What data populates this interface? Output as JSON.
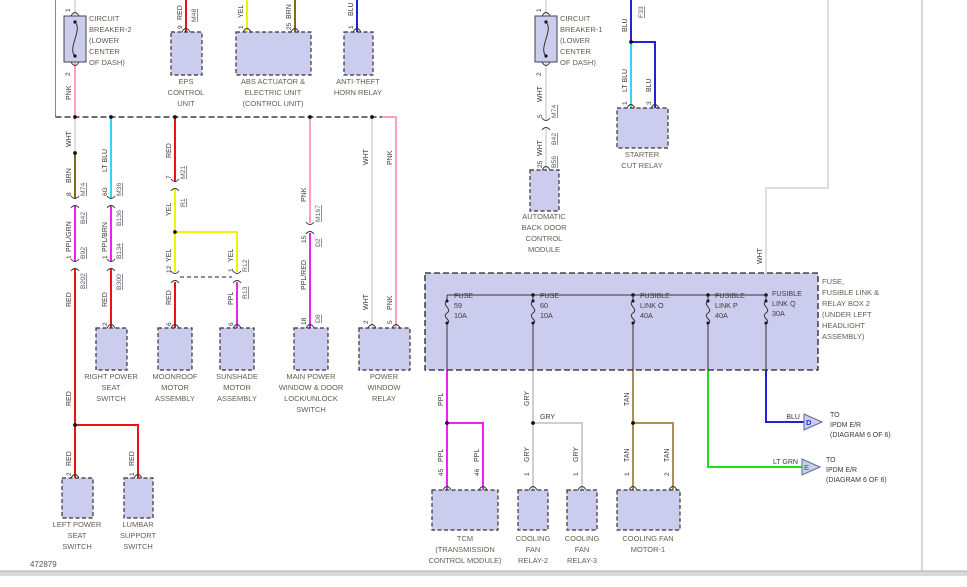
{
  "figure_number": "472879",
  "wire_colors": {
    "pnk": "#ff9ebd",
    "wht": "#dedede",
    "brn": "#7d6b21",
    "lt_blu": "#33d6ee",
    "red": "#ee1111",
    "ppl": "#ee22ee",
    "yel": "#f2f200",
    "blu": "#2222dd",
    "gry": "#cfcfcf",
    "tan": "#a89155",
    "lt_grn": "#22dd22"
  },
  "cb2": {
    "pin_top": "1",
    "pin_bottom": "2",
    "label": [
      "CIRCUIT",
      "BREAKER-2",
      "(LOWER",
      "CENTER",
      "OF DASH)"
    ]
  },
  "cb1": {
    "pin_top": "1",
    "pin_bottom": "2",
    "label": [
      "CIRCUIT",
      "BREAKER-1",
      "(LOWER",
      "CENTER",
      "OF DASH)"
    ]
  },
  "eps": {
    "wire": "RED",
    "conn": "M48",
    "pin": "9",
    "label": [
      "EPS",
      "CONTROL",
      "UNIT"
    ]
  },
  "abs": {
    "wire1": "YEL",
    "pin1": "1",
    "wire2": "BRN",
    "pin2": "25",
    "label": [
      "ABS ACTUATOR &",
      "ELECTRIC UNIT",
      "(CONTROL UNIT)"
    ]
  },
  "athr": {
    "wire": "BLU",
    "pin": "1",
    "label": [
      "ANTI-THEFT",
      "HORN RELAY"
    ]
  },
  "scr": {
    "feed_wire": "BLU",
    "feed_conn": "F33",
    "wire1": "LT BLU",
    "pin1": "1",
    "wire3": "BLU",
    "pin3": "3",
    "label": [
      "STARTER",
      "CUT RELAY"
    ]
  },
  "abd": {
    "wire1": "WHT",
    "pin5": "5",
    "conn_m74": "M74",
    "conn_b42": "B42",
    "wire2": "WHT",
    "pin25": "25",
    "conn_b56": "B56",
    "label": [
      "AUTOMATIC",
      "BACK DOOR",
      "CONTROL",
      "MODULE"
    ]
  },
  "col1": {
    "pnk": "PNK",
    "wht": "WHT",
    "brn": "BRN",
    "pin8": "8",
    "m74": "M74",
    "b42": "B42",
    "pplgrn": "PPL/GRN",
    "pin1": "1",
    "b92": "B92",
    "b202": "B202",
    "red1": "RED",
    "red2": "RED"
  },
  "left_seat": {
    "wire": "RED",
    "pin": "2",
    "label": [
      "LEFT POWER",
      "SEAT",
      "SWITCH"
    ]
  },
  "lumbar": {
    "wire": "RED",
    "pin": "1",
    "label": [
      "LUMBAR",
      "SUPPORT",
      "SWITCH"
    ]
  },
  "col2": {
    "lt_blu": "LT BLU",
    "pin6g": "6G",
    "m36": "M36",
    "b136": "B136",
    "pplbrn": "PPL/BRN",
    "pin1": "1",
    "b134": "B134",
    "b300": "B300",
    "red": "RED",
    "pin2": "2"
  },
  "right_seat": {
    "label": [
      "RIGHT POWER",
      "SEAT",
      "SWITCH"
    ]
  },
  "col3": {
    "red": "RED",
    "pin7": "7",
    "m21": "M21",
    "r1": "R1",
    "yel1": "YEL",
    "yel2": "YEL",
    "pin12": "12",
    "red2": "RED",
    "pin6": "6"
  },
  "moonroof": {
    "label": [
      "MOONROOF",
      "MOTOR",
      "ASSEMBLY"
    ]
  },
  "col4": {
    "yel": "YEL",
    "pin1": "1",
    "r12": "R12",
    "r13": "R13",
    "ppl": "PPL",
    "pin6": "6"
  },
  "sunshade": {
    "label": [
      "SUNSHADE",
      "MOTOR",
      "ASSEMBLY"
    ]
  },
  "col5": {
    "pnk": "PNK",
    "m167": "M167",
    "pin15": "15",
    "d2": "D2",
    "pplred": "PPL/RED",
    "pin18": "18",
    "d8": "D8"
  },
  "main_switch": {
    "label": [
      "MAIN POWER",
      "WINDOW & DOOR",
      "LOCK/UNLOCK",
      "SWITCH"
    ]
  },
  "pw_relay": {
    "wht1": "WHT",
    "wht2": "WHT",
    "pin2": "2",
    "pnk1": "PNK",
    "pnk2": "PNK",
    "pin5": "5",
    "label": [
      "POWER",
      "WINDOW",
      "RELAY"
    ]
  },
  "fusebox": {
    "wht": "WHT",
    "fuses": [
      [
        "FUSE",
        "59",
        "10A"
      ],
      [
        "FUSE",
        "60",
        "10A"
      ],
      [
        "FUSIBLE",
        "LINK O",
        "40A"
      ],
      [
        "FUSIBLE",
        "LINK P",
        "40A"
      ],
      [
        "FUSIBLE",
        "LINK Q",
        "30A"
      ]
    ],
    "label": [
      "FUSE,",
      "FUSIBLE LINK &",
      "RELAY BOX 2",
      "(UNDER LEFT",
      "HEADLIGHT",
      "ASSEMBLY)"
    ]
  },
  "tcm": {
    "ppl1": "PPL",
    "ppl2": "PPL",
    "pin45": "45",
    "ppl3": "PPL",
    "pin46": "46",
    "label": [
      "TCM",
      "(TRANSMISSION",
      "CONTROL MODULE)"
    ]
  },
  "fan": {
    "gry1": "GRY",
    "gry_jct": "GRY",
    "gry2": "GRY",
    "pin1a": "1",
    "gry3": "GRY",
    "pin1b": "1",
    "relay2_label": [
      "COOLING",
      "FAN",
      "RELAY-2"
    ],
    "relay3_label": [
      "COOLING",
      "FAN",
      "RELAY-3"
    ],
    "tan1": "TAN",
    "tan2": "TAN",
    "pin1": "1",
    "tan3": "TAN",
    "pin2": "2",
    "motor_label": [
      "COOLING FAN",
      "MOTOR-1"
    ]
  },
  "out_d": {
    "wire": "BLU",
    "arrow": "D",
    "to": [
      "TO",
      "IPDM E/R",
      "(DIAGRAM 6 OF 6)"
    ]
  },
  "out_e": {
    "wire": "LT GRN",
    "arrow": "E",
    "to": [
      "TO",
      "IPDM E/R",
      "(DIAGRAM 6 OF 6)"
    ]
  }
}
